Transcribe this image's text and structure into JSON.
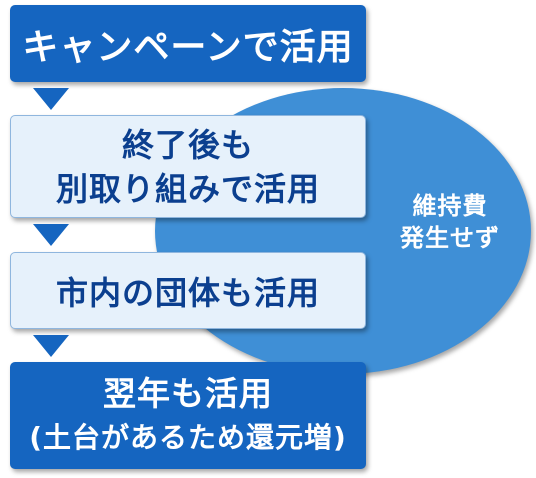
{
  "ellipse": {
    "lines": [
      "維持費",
      "発生せず"
    ]
  },
  "steps": [
    {
      "lines": [
        "キャンペーンで活用"
      ]
    },
    {
      "lines": [
        "終了後も",
        "別取り組みで活用"
      ]
    },
    {
      "lines": [
        "市内の団体も活用"
      ]
    },
    {
      "lines": [
        "翌年も活用",
        "(土台があるため還元増)"
      ]
    }
  ],
  "colors": {
    "dark_box": "#1565c0",
    "light_box": "#e6f1fb",
    "ellipse": "#3f8fd6",
    "arrow": "#1565c0"
  }
}
